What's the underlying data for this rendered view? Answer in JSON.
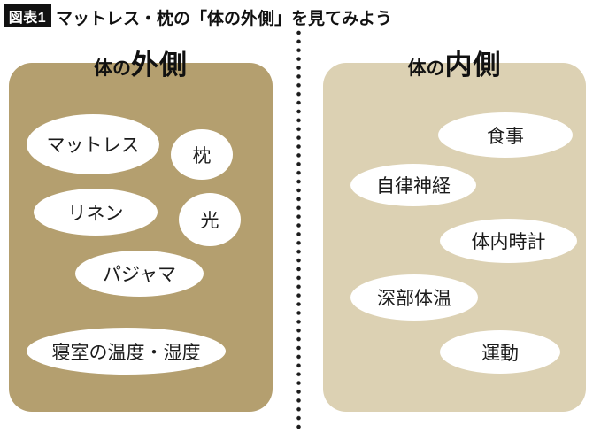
{
  "figure": {
    "badge": "図表1",
    "title": "マットレス・枕の「体の外側」を見てみよう"
  },
  "panels": {
    "outside": {
      "title_prefix": "体の",
      "title_emphasis": "外側",
      "background": "#b49f6f",
      "items": [
        {
          "label": "マットレス"
        },
        {
          "label": "枕"
        },
        {
          "label": "リネン"
        },
        {
          "label": "光"
        },
        {
          "label": "パジャマ"
        },
        {
          "label": "寝室の温度・湿度"
        }
      ]
    },
    "inside": {
      "title_prefix": "体の",
      "title_emphasis": "内側",
      "background": "#dcd1b3",
      "items": [
        {
          "label": "食事"
        },
        {
          "label": "自律神経"
        },
        {
          "label": "体内時計"
        },
        {
          "label": "深部体温"
        },
        {
          "label": "運動"
        }
      ]
    }
  },
  "divider": {
    "style": "dotted-vertical",
    "color": "#1b1b1b"
  },
  "colors": {
    "badge_bg": "#111111",
    "badge_text": "#ffffff",
    "bubble_bg": "#ffffff",
    "text": "#1b1b1b"
  }
}
